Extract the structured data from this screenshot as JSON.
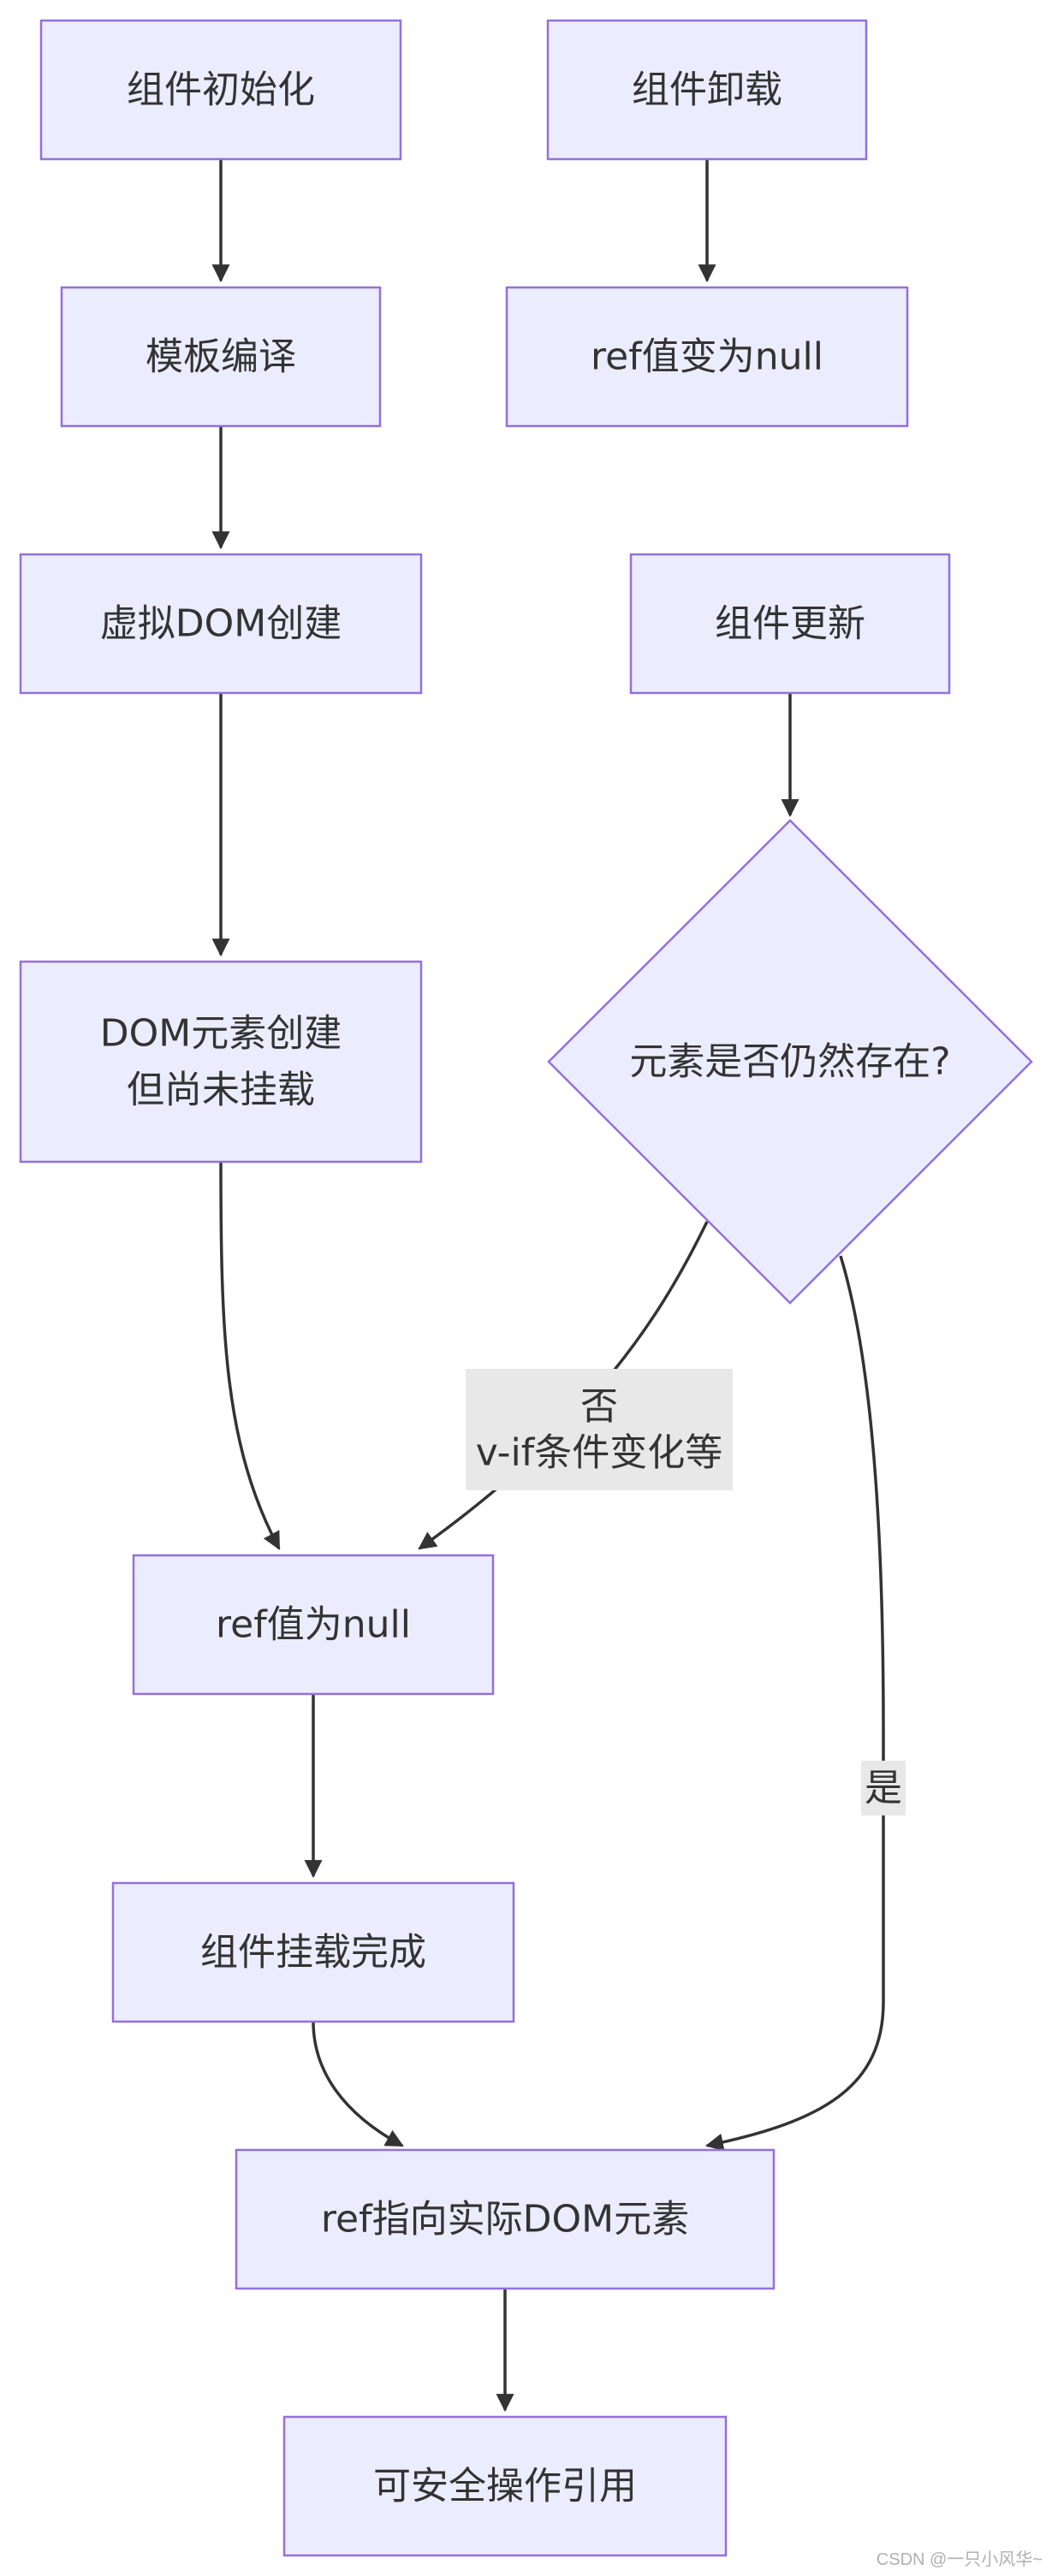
{
  "nodes": [
    {
      "id": "init",
      "label": "组件初始化"
    },
    {
      "id": "compile",
      "label": "模板编译"
    },
    {
      "id": "vdom",
      "label": "虚拟DOM创建"
    },
    {
      "id": "domcreate",
      "label": "DOM元素创建\n但尚未挂载"
    },
    {
      "id": "refnull",
      "label": "ref值为null"
    },
    {
      "id": "mounted",
      "label": "组件挂载完成"
    },
    {
      "id": "refdom",
      "label": "ref指向实际DOM元素"
    },
    {
      "id": "safe",
      "label": "可安全操作引用"
    },
    {
      "id": "unmount",
      "label": "组件卸载"
    },
    {
      "id": "refnull2",
      "label": "ref值变为null"
    },
    {
      "id": "update",
      "label": "组件更新"
    },
    {
      "id": "exists",
      "label": "元素是否仍然存在?"
    }
  ],
  "edges": [
    {
      "from": "init",
      "to": "compile",
      "label": ""
    },
    {
      "from": "compile",
      "to": "vdom",
      "label": ""
    },
    {
      "from": "vdom",
      "to": "domcreate",
      "label": ""
    },
    {
      "from": "domcreate",
      "to": "refnull",
      "label": ""
    },
    {
      "from": "refnull",
      "to": "mounted",
      "label": ""
    },
    {
      "from": "mounted",
      "to": "refdom",
      "label": ""
    },
    {
      "from": "refdom",
      "to": "safe",
      "label": ""
    },
    {
      "from": "unmount",
      "to": "refnull2",
      "label": ""
    },
    {
      "from": "update",
      "to": "exists",
      "label": ""
    },
    {
      "from": "exists",
      "to": "refnull",
      "label": "否\nv-if条件变化等"
    },
    {
      "from": "exists",
      "to": "refdom",
      "label": "是"
    }
  ],
  "watermark": "CSDN @一只小风华~"
}
